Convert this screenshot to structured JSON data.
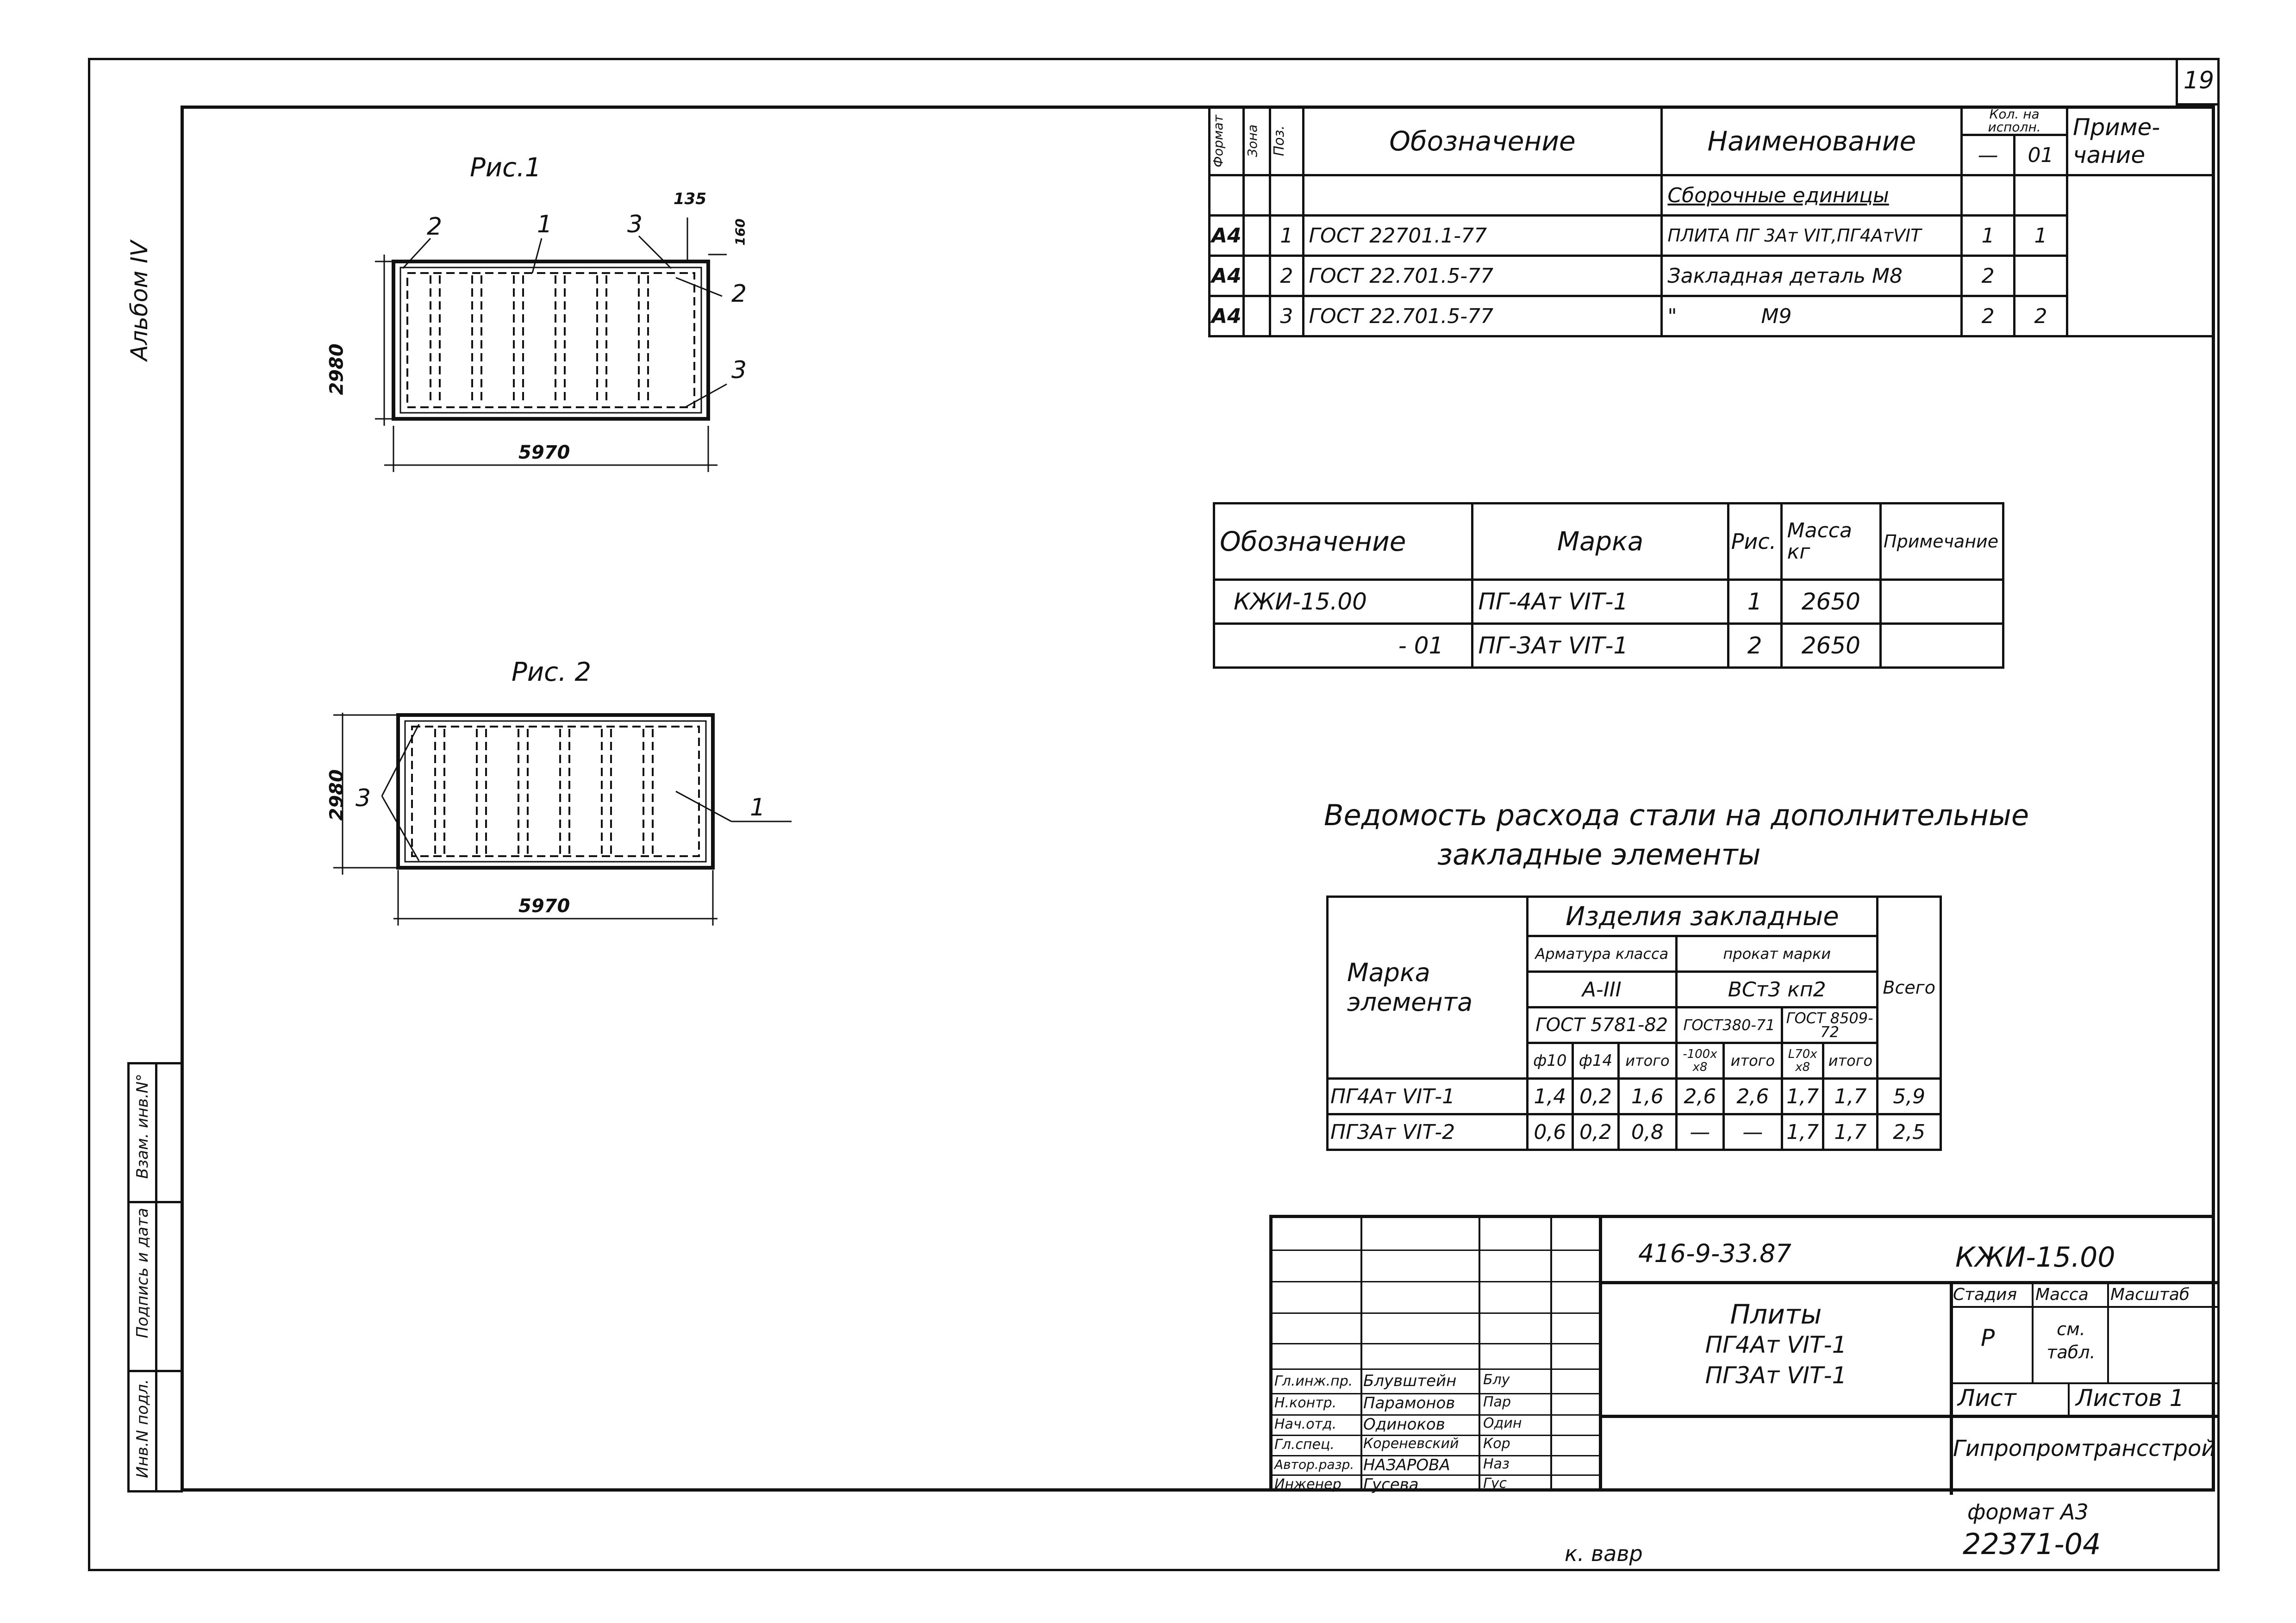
{
  "sheet": {
    "page_number": "19",
    "album_label": "Альбом IV",
    "format_note": "формат А3",
    "inventory_number": "22371-04",
    "bottom_signature": "к. вавр"
  },
  "side_stamp": {
    "cells": [
      "Инв.N подл.",
      "Подпись и дата",
      "Взам. инв.N°"
    ]
  },
  "fig1": {
    "title": "Рис.1",
    "dim_height": "2980",
    "dim_width": "5970",
    "dim_small_a": "135",
    "dim_small_b": "160",
    "callouts": [
      "2",
      "1",
      "3",
      "2",
      "3"
    ]
  },
  "fig2": {
    "title": "Рис. 2",
    "dim_height": "2980",
    "dim_width": "5970",
    "callouts": [
      "3",
      "1"
    ]
  },
  "spec_table": {
    "headers": {
      "format": "Формат",
      "zone": "Зона",
      "pos": "Поз.",
      "designation": "Обозначение",
      "name": "Наименование",
      "qty": "Кол. на исполн.",
      "qty_dash": "—",
      "qty_01": "01",
      "note": "Приме- чание"
    },
    "section": "Сборочные единицы",
    "rows": [
      {
        "format": "А4",
        "pos": "1",
        "designation": "ГОСТ 22701.1-77",
        "name": "ПЛИТА ПГ 3Ат VIТ,ПГ4АтVIТ",
        "q1": "1",
        "q2": "1"
      },
      {
        "format": "А4",
        "pos": "2",
        "designation": "ГОСТ 22.701.5-77",
        "name": "Закладная деталь М8",
        "q1": "2",
        "q2": ""
      },
      {
        "format": "А4",
        "pos": "3",
        "designation": "ГОСТ 22.701.5-77",
        "name": "\"             М9",
        "q1": "2",
        "q2": "2"
      }
    ]
  },
  "marks_table": {
    "headers": {
      "designation": "Обозначение",
      "mark": "Марка",
      "fig": "Рис.",
      "mass": "Масса кг",
      "note": "Примечание"
    },
    "rows": [
      {
        "designation": "КЖИ-15.00",
        "mark": "ПГ-4Ат VIТ-1",
        "fig": "1",
        "mass": "2650",
        "note": ""
      },
      {
        "designation": "- 01",
        "mark": "ПГ-3Ат VIТ-1",
        "fig": "2",
        "mass": "2650",
        "note": ""
      }
    ]
  },
  "steel_table": {
    "title_line1": "Ведомость расхода стали на дополнительные",
    "title_line2": "закладные элементы",
    "headers": {
      "mark": "Марка элемента",
      "products": "Изделия закладные",
      "rebar": "Арматура класса",
      "rolled": "прокат марки",
      "rebar_class": "А-III",
      "rolled_grade": "ВСт3 кп2",
      "gost_rebar": "ГОСТ 5781-82",
      "gost_380": "ГОСТ380-71",
      "gost_8509": "ГОСТ 8509-72",
      "d10": "ф10",
      "d14": "ф14",
      "total": "итого",
      "plate": "-100х х8",
      "angle": "L70х х8",
      "total2": "итого",
      "total3": "итого",
      "all": "Всего"
    },
    "rows": [
      {
        "mark": "ПГ4Ат VIТ-1",
        "d10": "1,4",
        "d14": "0,2",
        "t1": "1,6",
        "plate": "2,6",
        "t2": "2,6",
        "angle": "1,7",
        "t3": "1,7",
        "all": "5,9"
      },
      {
        "mark": "ПГ3Ат VIТ-2",
        "d10": "0,6",
        "d14": "0,2",
        "t1": "0,8",
        "plate": "—",
        "t2": "—",
        "angle": "1,7",
        "t3": "1,7",
        "all": "2,5"
      }
    ]
  },
  "title_block": {
    "project_code": "416-9-33.87",
    "doc_code": "КЖИ-15.00",
    "title_lines": [
      "Плиты",
      "ПГ4Ат VIТ-1",
      "ПГ3Ат VIТ-1"
    ],
    "stage_label": "Стадия",
    "mass_label": "Масса",
    "scale_label": "Масштаб",
    "stage_value": "Р",
    "mass_value": "см. табл.",
    "sheet_label": "Лист",
    "sheets_label": "Листов 1",
    "organization": "Гипропромтрансстрой",
    "people": [
      {
        "role": "Гл.инж.пр.",
        "name": "Блувштейн",
        "sign": "Блу"
      },
      {
        "role": "Н.контр.",
        "name": "Парамонов",
        "sign": "Пар"
      },
      {
        "role": "Нач.отд.",
        "name": "Одиноков",
        "sign": "Один"
      },
      {
        "role": "Гл.спец.",
        "name": "Кореневский",
        "sign": "Кор"
      },
      {
        "role": "Автор.разр.",
        "name": "НАЗАРОВА",
        "sign": "Наз"
      },
      {
        "role": "Инженер",
        "name": "Гусева",
        "sign": "Гус"
      }
    ]
  }
}
